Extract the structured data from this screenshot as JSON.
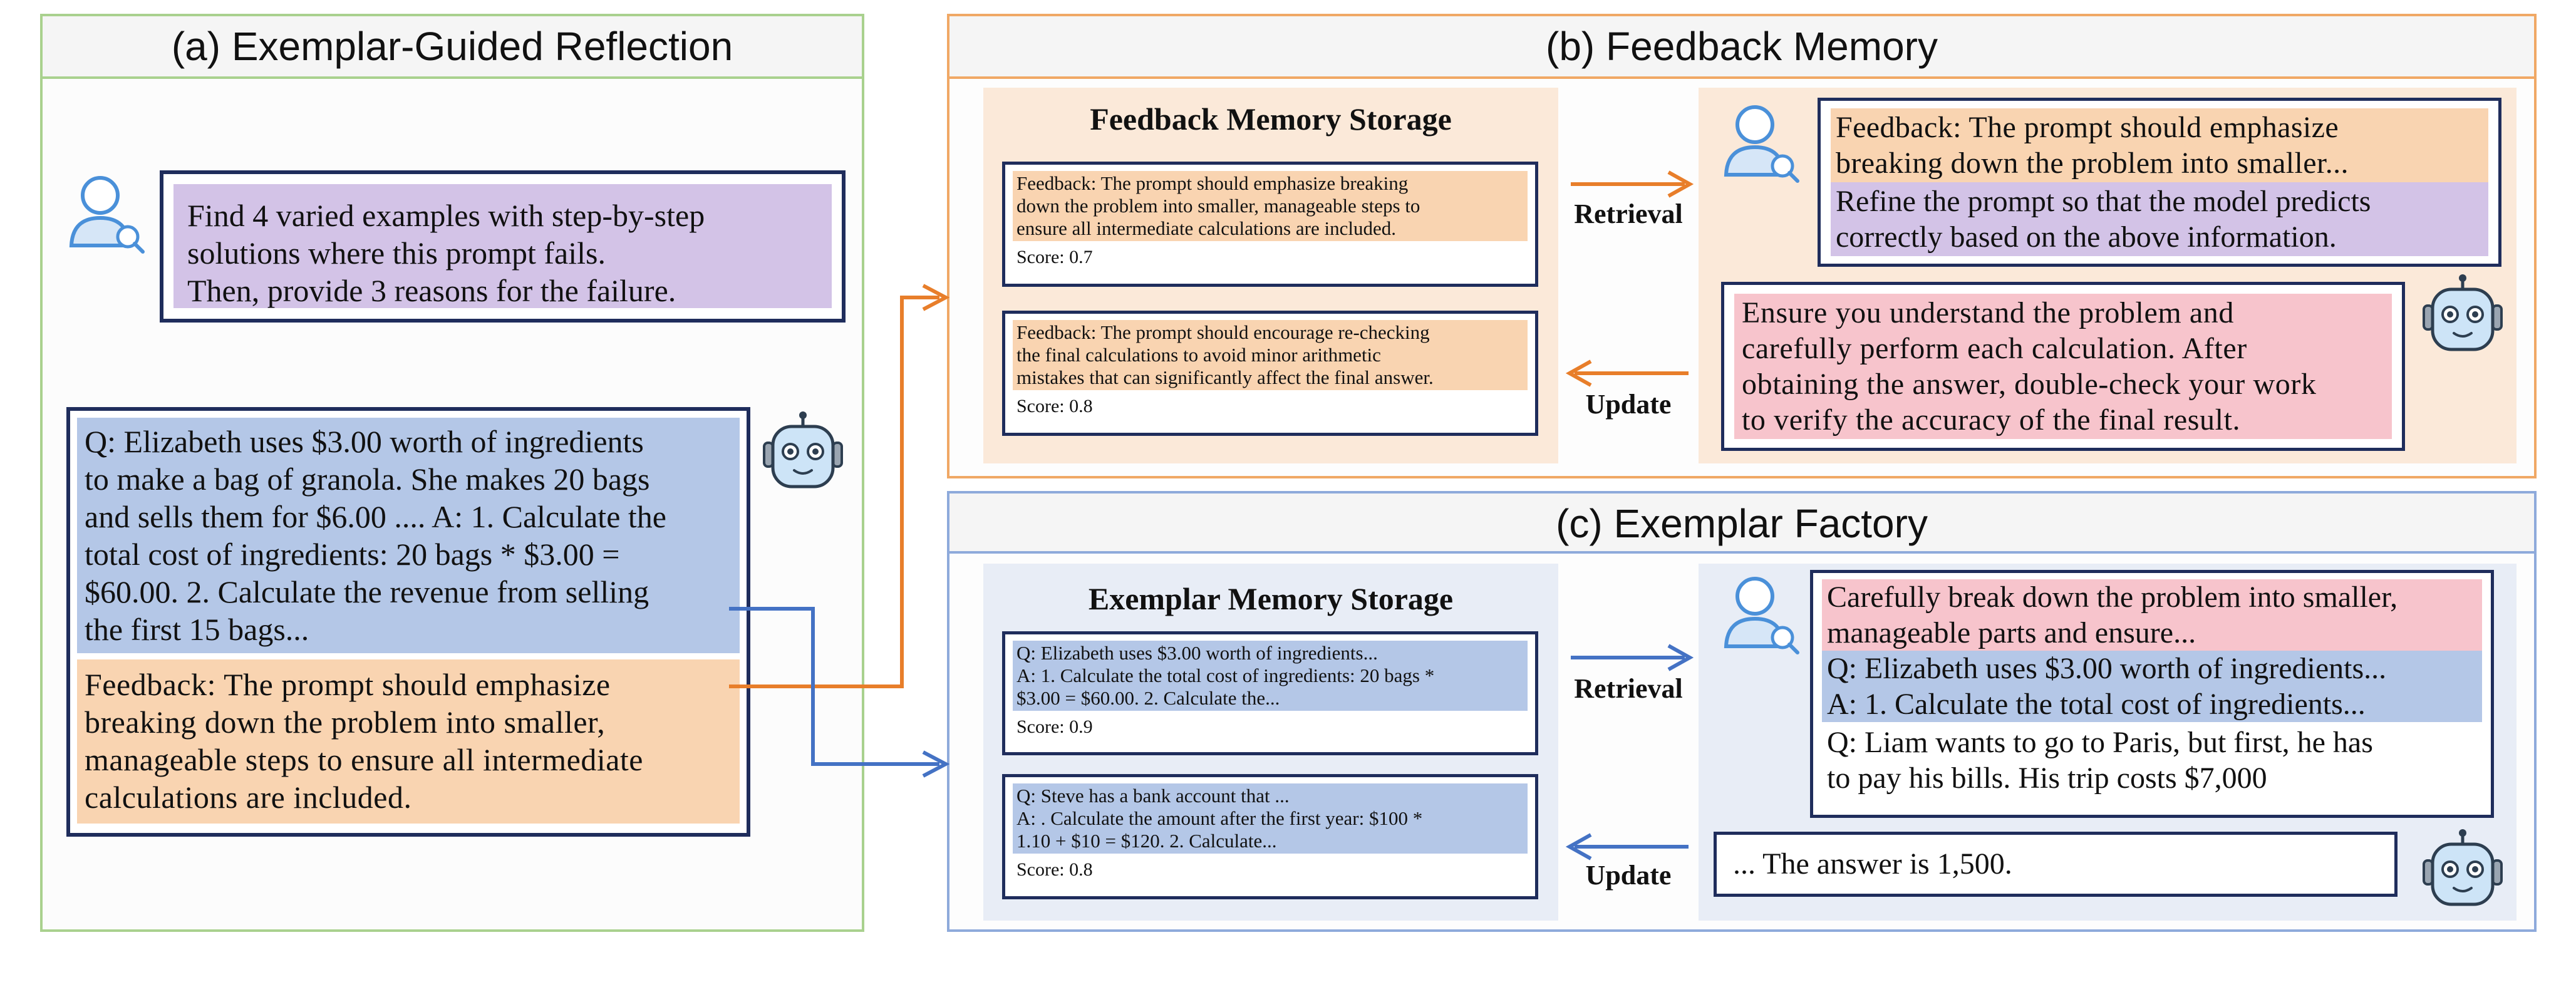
{
  "panel_a": {
    "title": "(a) Exemplar-Guided Reflection",
    "instruction": [
      "Find 4 varied examples with step-by-step",
      "solutions where this prompt fails.",
      "Then, provide 3 reasons for the failure."
    ],
    "qa": [
      "Q: Elizabeth uses $3.00 worth of ingredients",
      "to make a  bag of granola.  She makes 20 bags",
      "and sells them for $6.00 .... A: 1. Calculate the",
      "total cost of ingredients: 20 bags * $3.00 =",
      "$60.00. 2. Calculate the revenue from selling",
      "the first 15 bags..."
    ],
    "feedback": [
      "Feedback: The prompt should emphasize",
      "breaking down the problem into smaller,",
      "manageable steps to ensure all intermediate",
      "calculations are included."
    ]
  },
  "panel_b": {
    "title": "(b) Feedback Memory",
    "storage_title": "Feedback Memory Storage",
    "card1": {
      "lines": [
        "Feedback: The prompt should emphasize breaking",
        "down the problem into smaller, manageable steps to",
        "ensure all intermediate calculations are included."
      ],
      "score": "Score: 0.7"
    },
    "card2": {
      "lines": [
        "Feedback: The prompt should encourage re-checking",
        "the final calculations to avoid minor arithmetic",
        "mistakes that can significantly affect the final answer."
      ],
      "score": "Score: 0.8"
    },
    "retrieval_label": "Retrieval",
    "update_label": "Update",
    "query_feedback": [
      "Feedback: The prompt should emphasize",
      "breaking down the problem into smaller..."
    ],
    "query_refine": [
      "Refine the prompt so that the model predicts",
      "correctly based on the above information."
    ],
    "response": [
      "Ensure you understand the problem and",
      "carefully perform each calculation. After",
      "obtaining the answer, double-check your work",
      "to verify the accuracy of the final result."
    ]
  },
  "panel_c": {
    "title": "(c) Exemplar Factory",
    "storage_title": "Exemplar Memory Storage",
    "card1": {
      "lines": [
        "Q: Elizabeth uses $3.00 worth of ingredients...",
        "A: 1. Calculate the total cost of ingredients: 20 bags *",
        "$3.00 = $60.00. 2. Calculate the..."
      ],
      "score": "Score: 0.9"
    },
    "card2": {
      "lines": [
        "Q: Steve has a bank account that ...",
        "A: . Calculate the amount after the first year: $100 *",
        "1.10 + $10 = $120. 2. Calculate..."
      ],
      "score": "Score: 0.8"
    },
    "retrieval_label": "Retrieval",
    "update_label": "Update",
    "query_prompt": [
      "Carefully break down the problem into smaller,",
      "manageable parts and ensure..."
    ],
    "query_exemplar": [
      "Q: Elizabeth uses $3.00 worth of ingredients...",
      "A: 1. Calculate the total cost of ingredients..."
    ],
    "query_new": [
      "Q: Liam wants to go to Paris, but first, he has",
      "to pay his bills. His trip costs $7,000"
    ],
    "response": "... The answer is 1,500."
  },
  "colors": {
    "green_border": "#a9d18e",
    "orange_border": "#f0a865",
    "blue_border": "#8eaadb",
    "navy": "#1f2d5c",
    "purple": "#d3c3e7",
    "orange_fill": "#f9d4b1",
    "blue_fill": "#b4c7e7",
    "pink_fill": "#f7c4cc",
    "orange_arrow": "#e87e2a",
    "blue_arrow": "#4472c4"
  },
  "icons": [
    "user-search-icon",
    "robot-icon"
  ]
}
